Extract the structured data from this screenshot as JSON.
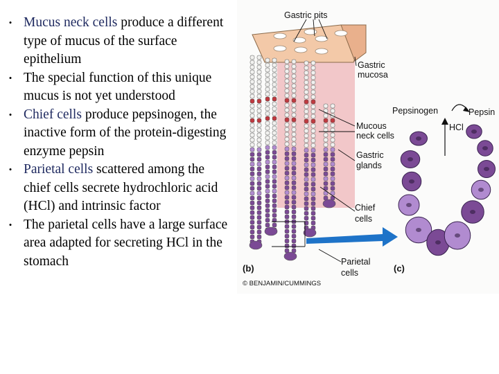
{
  "bullets": [
    {
      "term": "Mucus neck cells",
      "text": " produce a different type of mucus of the surface epithelium"
    },
    {
      "term": "",
      "text": "The special function of this unique mucus is not yet understood"
    },
    {
      "term": "Chief cells",
      "text": " produce pepsinogen, the inactive form of the protein-digesting enzyme pepsin"
    },
    {
      "term": "Parietal cells",
      "text": " scattered among the chief cells secrete hydrochloric acid (HCl) and intrinsic factor"
    },
    {
      "term": "",
      "text": "The parietal cells have a large surface area adapted for secreting HCl in the stomach"
    }
  ],
  "bullet_glyph": "•",
  "figure": {
    "labels": {
      "gastric_pits": "Gastric pits",
      "gastric_mucosa_1": "Gastric",
      "gastric_mucosa_2": "mucosa",
      "mucous_neck_1": "Mucous",
      "mucous_neck_2": "neck cells",
      "gastric_glands_1": "Gastric",
      "gastric_glands_2": "glands",
      "chief_1": "Chief",
      "chief_2": "cells",
      "parietal_1": "Parietal",
      "parietal_2": "cells",
      "pepsinogen": "Pepsinogen",
      "pepsin": "Pepsin",
      "hcl": "HCl",
      "panel_b": "(b)",
      "panel_c": "(c)",
      "credit": "© BENJAMIN/CUMMINGS"
    },
    "colors": {
      "mucosa": "#f3c9a8",
      "lamina": "#f2c7c9",
      "surface_cell": "#f1f1ef",
      "neck_cell": "#c0393f",
      "chief_cell": "#7b4a95",
      "parietal_cell": "#b18bd0",
      "arrow_blue": "#1e73c8"
    }
  }
}
